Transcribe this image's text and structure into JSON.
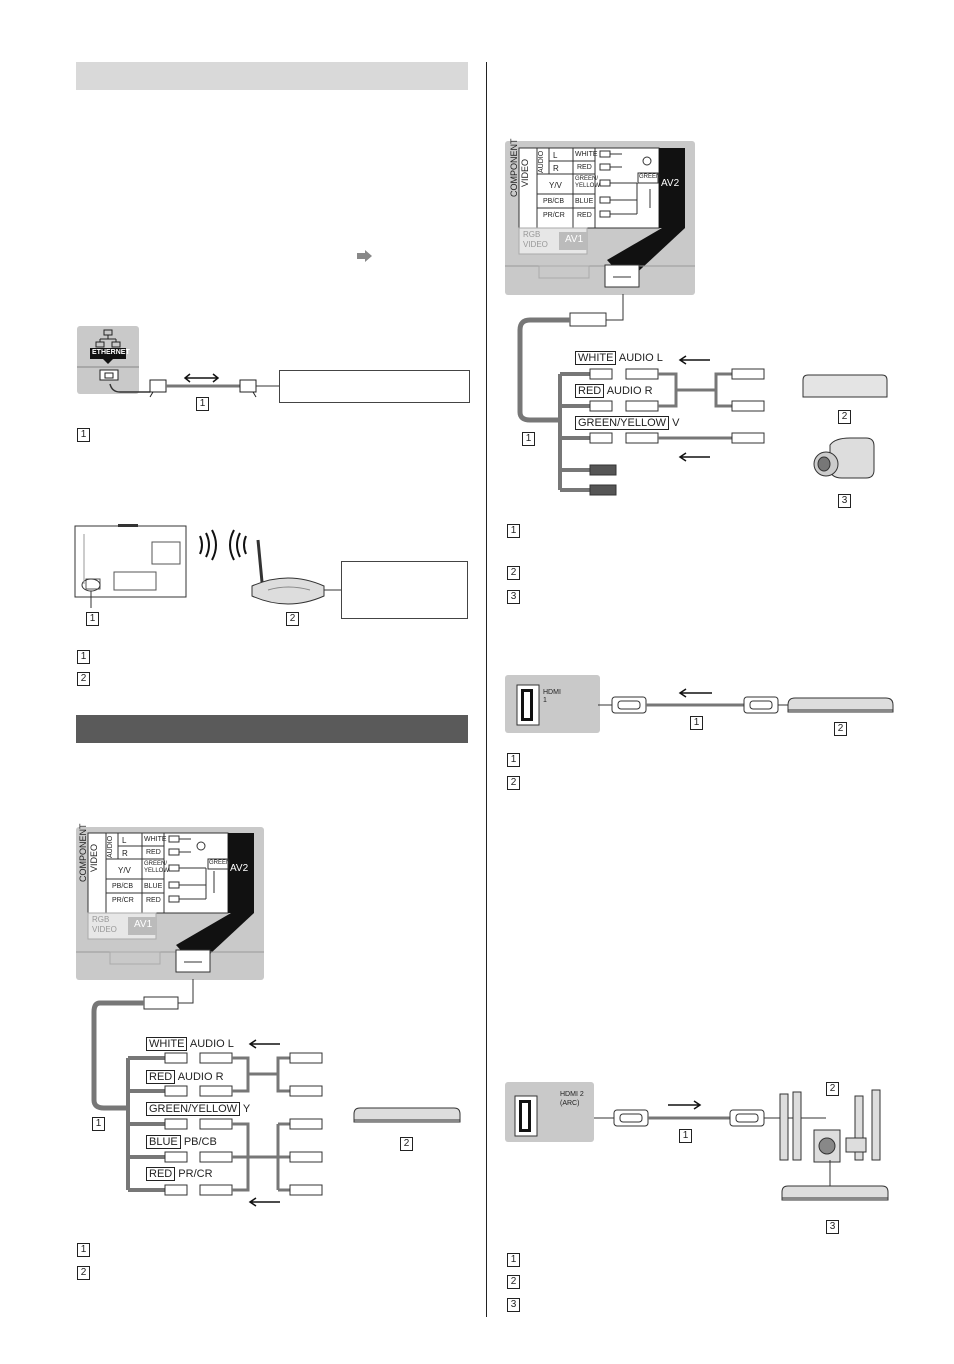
{
  "numbers": [
    "1",
    "2",
    "3"
  ],
  "ethernet": {
    "port_label": "ETHERNET"
  },
  "hdmi": {
    "port1_label": "HDMI 1",
    "port2_label": "HDMI 2 (ARC)"
  },
  "av_panel": {
    "component_label": "COMPONENT",
    "video_label": "VIDEO",
    "audio_label": "AUDIO",
    "rows": [
      {
        "left": "L",
        "color": "WHITE"
      },
      {
        "left": "R",
        "color": "RED"
      },
      {
        "left": "Y/V",
        "color": "GREEN/ YELLOW"
      },
      {
        "left": "PB/CB",
        "color": "BLUE"
      },
      {
        "left": "PR/CR",
        "color": "RED"
      }
    ],
    "green_tag": "GREEN",
    "av2_label": "AV2",
    "av1_label": "AV1",
    "rgb_label": "RGB",
    "video2_label": "VIDEO"
  },
  "left_av": {
    "cable_labels": [
      {
        "color": "WHITE",
        "text": "AUDIO L"
      },
      {
        "color": "RED",
        "text": "AUDIO R"
      },
      {
        "color": "GREEN/YELLOW",
        "text": "Y"
      },
      {
        "color": "BLUE",
        "text": "PB/CB"
      },
      {
        "color": "RED",
        "text": "PR/CR"
      }
    ]
  },
  "right_av": {
    "cable_labels": [
      {
        "color": "WHITE",
        "text": "AUDIO L"
      },
      {
        "color": "RED",
        "text": "AUDIO R"
      },
      {
        "color": "GREEN/YELLOW",
        "text": "V"
      }
    ]
  }
}
